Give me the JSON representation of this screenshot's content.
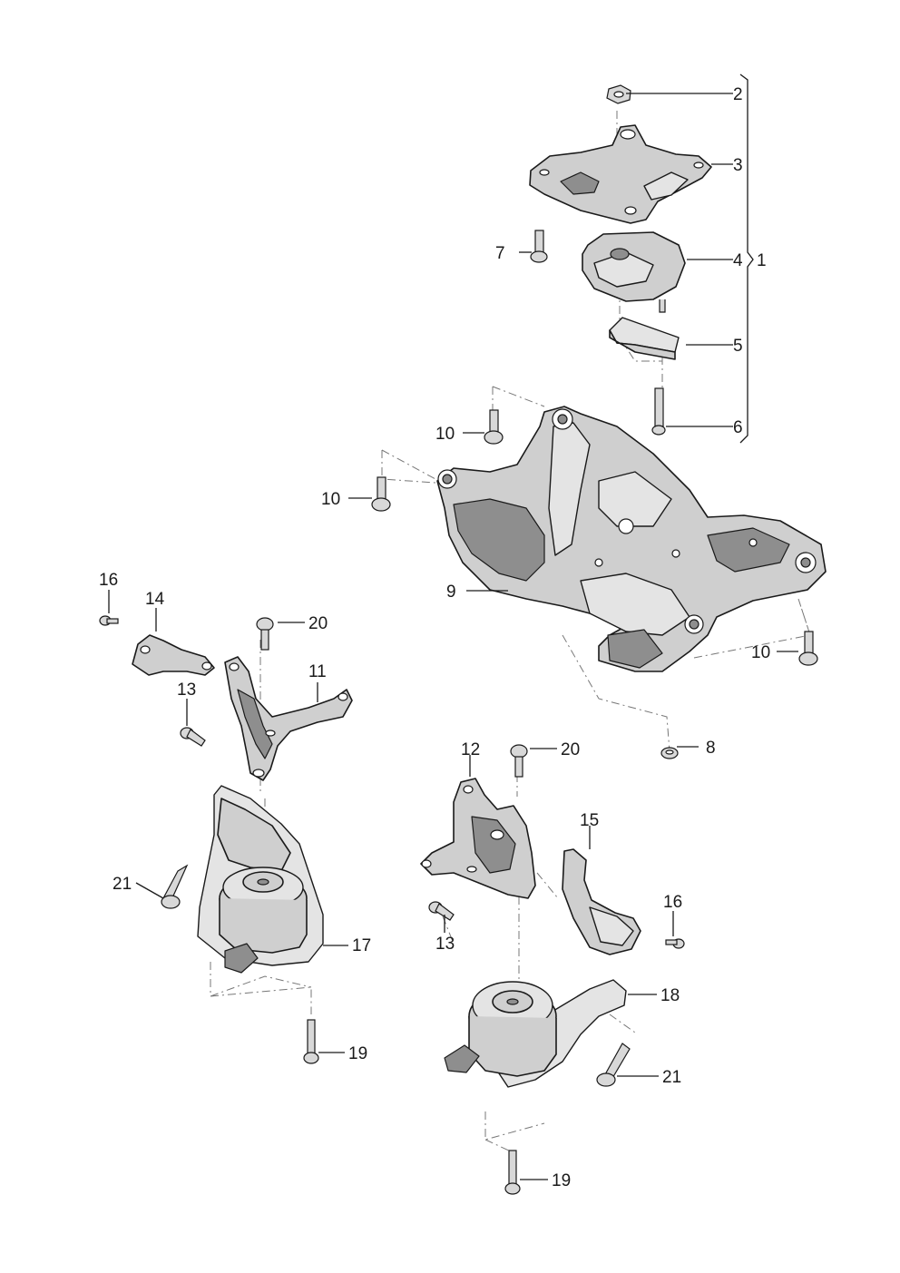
{
  "callouts": {
    "c1": "1",
    "c2": "2",
    "c3": "3",
    "c4": "4",
    "c5": "5",
    "c6": "6",
    "c7": "7",
    "c8": "8",
    "c9": "9",
    "c10": "10",
    "c11": "11",
    "c12": "12",
    "c13": "13",
    "c14": "14",
    "c15": "15",
    "c16": "16",
    "c17": "17",
    "c18": "18",
    "c19": "19",
    "c20": "20",
    "c21": "21"
  },
  "colors": {
    "line": "#1a1a1a",
    "part_fill": "#cfcfcf",
    "part_light": "#e4e4e4",
    "part_dark": "#8e8e8e",
    "background": "#ffffff"
  }
}
